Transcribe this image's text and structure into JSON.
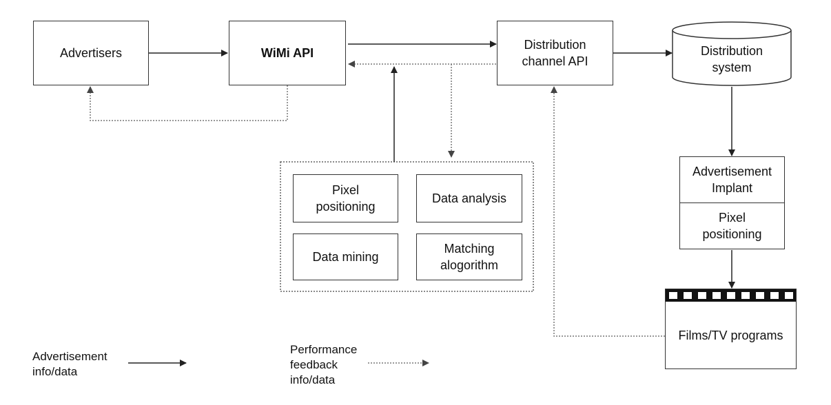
{
  "nodes": {
    "advertisers": "Advertisers",
    "wimi_api": "WiMi API",
    "distribution_channel_api": "Distribution\nchannel API",
    "distribution_system": "Distribution\nsystem",
    "pixel_positioning_1": "Pixel\npositioning",
    "data_analysis": "Data analysis",
    "data_mining": "Data mining",
    "matching_algorithm": "Matching\nalogorithm",
    "advertisement_implant": "Advertisement\nImplant",
    "pixel_positioning_2": "Pixel\npositioning",
    "films_tv": "Films/TV programs"
  },
  "legend": {
    "solid_label": "Advertisement\ninfo/data",
    "dotted_label": "Performance\nfeedback\ninfo/data"
  },
  "colors": {
    "line": "#333333",
    "dotted": "#888888"
  }
}
